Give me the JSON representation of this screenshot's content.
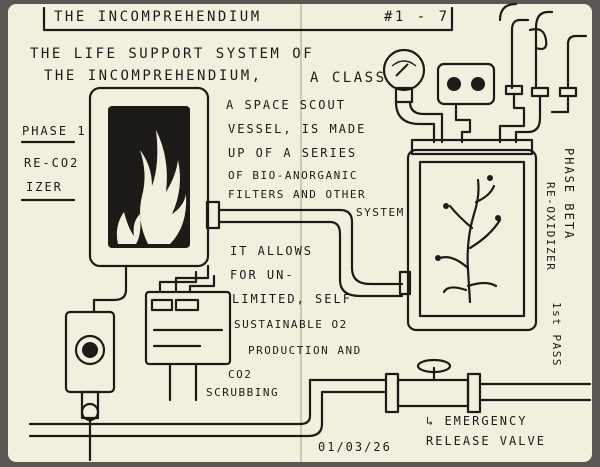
{
  "title": "THE INCOMPREHENDIUM",
  "page_range": "#1 - 7",
  "intro_lines": [
    "THE LIFE SUPPORT SYSTEM OF",
    "THE INCOMPREHENDIUM,",
    "A CLASS",
    "A SPACE SCOUT",
    "VESSEL, IS MADE",
    "UP OF A SERIES",
    "OF BIO-ANORGANIC",
    "FILTERS AND OTHER",
    "SYSTEM"
  ],
  "phase1_lines": [
    "PHASE 1",
    "RE-CO2",
    "IZER"
  ],
  "allows_lines": [
    "IT ALLOWS",
    "FOR UN-",
    "LIMITED, SELF",
    "SUSTAINABLE O2",
    "PRODUCTION AND",
    "CO2",
    "SCRUBBING"
  ],
  "phase_beta_lines": [
    "PHASE BETA",
    "RE-OXIDIZER",
    "1st PASS"
  ],
  "valve_lines": [
    "↳ EMERGENCY",
    "RELEASE VALVE"
  ],
  "date": "01/03/26"
}
